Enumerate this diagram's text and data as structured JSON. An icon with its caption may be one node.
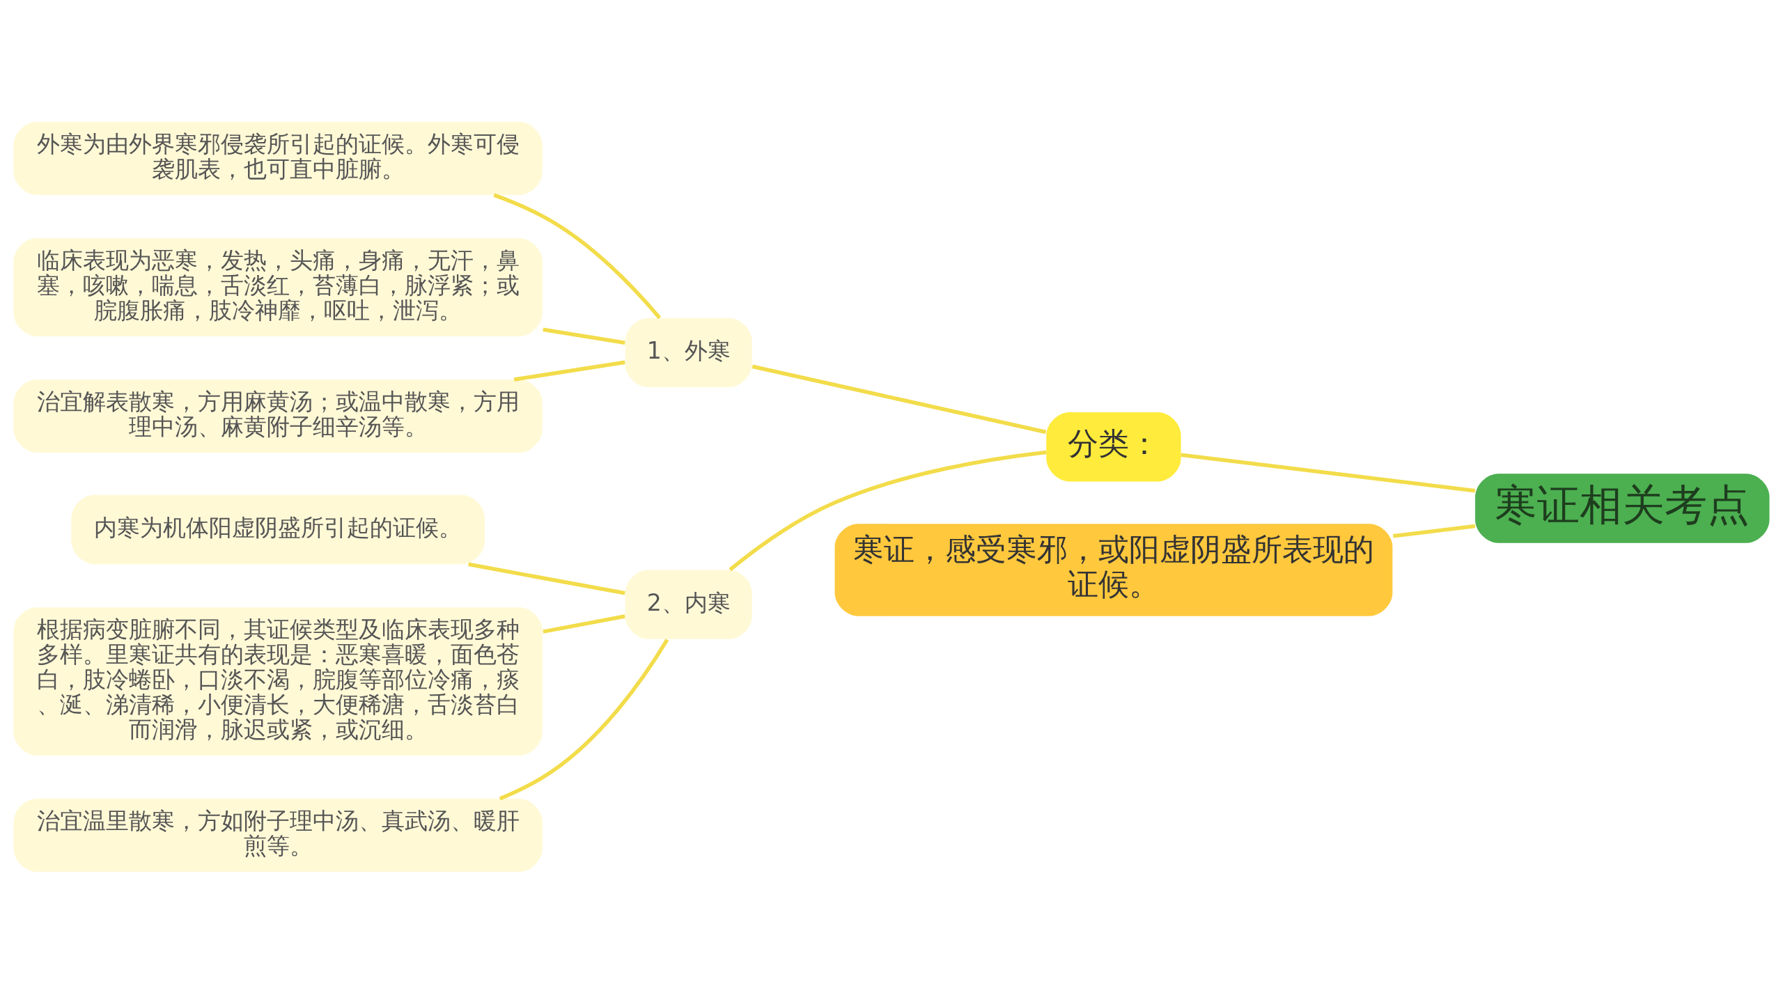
{
  "diagram": {
    "nodes": [
      {
        "text": [
          "寒证相关考点"
        ]
      },
      {
        "text": [
          "分类："
        ]
      },
      {
        "text": [
          "寒证，感受寒邪，或阳虚阴盛所表现的证候。"
        ]
      },
      {
        "text": [
          "1、外寒"
        ]
      },
      {
        "text": [
          "外寒为由外界寒邪侵袭所引起的证候。外寒可侵袭肌表，也可直中脏腑。"
        ]
      },
      {
        "text": [
          "临床表现为恶寒，发热，头痛，身痛，无汗，鼻塞，咳嗽，喘息，舌淡红，苔薄白，脉浮紧；或脘腹胀痛，肢冷神靡，呕吐，泄泻。"
        ]
      },
      {
        "text": [
          "治宜解表散寒，方用麻黄汤；或温中散寒，方用理中汤、麻黄附子细辛汤等。"
        ]
      },
      {
        "text": [
          "2、内寒"
        ]
      },
      {
        "text": [
          "内寒为机体阳虚阴盛所引起的证候。"
        ]
      },
      {
        "text": [
          "根据病变脏腑不同，其证候类型及临床表现多种多样。里寒证共有的表现是：恶寒喜暖，面色苍白，肢冷蜷卧，口淡不渴，脘腹等部位冷痛，痰、涎、涕清稀，小便清长，大便稀溏，舌淡苔白而润滑，脉迟或紧，或沉细。"
        ]
      },
      {
        "text": [
          "治宜温里散寒，方如附子理中汤、真武汤、暖肝煎等。"
        ]
      }
    ],
    "edges": [
      {
        "from": 0,
        "to": 1,
        "arrow": "none"
      },
      {
        "from": 0,
        "to": 2,
        "arrow": "none"
      },
      {
        "from": 1,
        "to": 3,
        "arrow": "none"
      },
      {
        "from": 1,
        "to": 7,
        "arrow": "none"
      },
      {
        "from": 3,
        "to": 4,
        "arrow": "none"
      },
      {
        "from": 3,
        "to": 5,
        "arrow": "none"
      },
      {
        "from": 3,
        "to": 6,
        "arrow": "none"
      },
      {
        "from": 7,
        "to": 8,
        "arrow": "none"
      },
      {
        "from": 7,
        "to": 9,
        "arrow": "none"
      },
      {
        "from": 7,
        "to": 10,
        "arrow": "none"
      }
    ]
  }
}
